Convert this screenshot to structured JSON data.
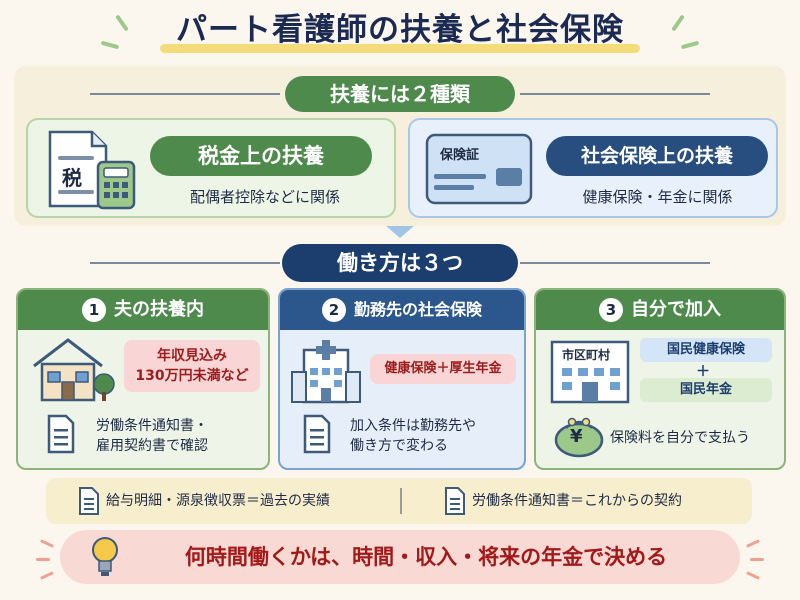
{
  "title": "パート看護師の扶養と社会保険",
  "section1": {
    "heading": "扶養には２種類",
    "tax": {
      "icon_label": "税",
      "title": "税金上の扶養",
      "desc": "配偶者控除などに関係"
    },
    "insurance": {
      "card_label": "保険証",
      "title": "社会保険上の扶養",
      "desc": "健康保険・年金に関係"
    }
  },
  "section2": {
    "heading": "働き方は３つ",
    "columns": [
      {
        "number": "1",
        "title": "夫の扶養内",
        "tag_line1": "年収見込み",
        "tag_line2": "130万円未満など",
        "note_line1": "労働条件通知書・",
        "note_line2": "雇用契約書で確認"
      },
      {
        "number": "2",
        "title": "勤務先の社会保険",
        "tag": "健康保険＋厚生年金",
        "note_line1": "加入条件は勤務先や",
        "note_line2": "働き方で変わる"
      },
      {
        "number": "3",
        "title": "自分で加入",
        "building_sign": "市区町村",
        "tag1": "国民健康保険",
        "plus": "＋",
        "tag2": "国民年金",
        "note": "保険料を自分で支払う",
        "coin_symbol": "¥"
      }
    ]
  },
  "documents": {
    "left": "給与明細・源泉徴収票＝過去の実績",
    "right": "労働条件通知書＝これからの契約"
  },
  "conclusion": "何時間働くかは、時間・収入・将来の年金で決める",
  "colors": {
    "green": "#4f8a4d",
    "navy": "#1c3e6e",
    "red_text": "#a31818",
    "pink_bg": "#f9d9d3"
  }
}
